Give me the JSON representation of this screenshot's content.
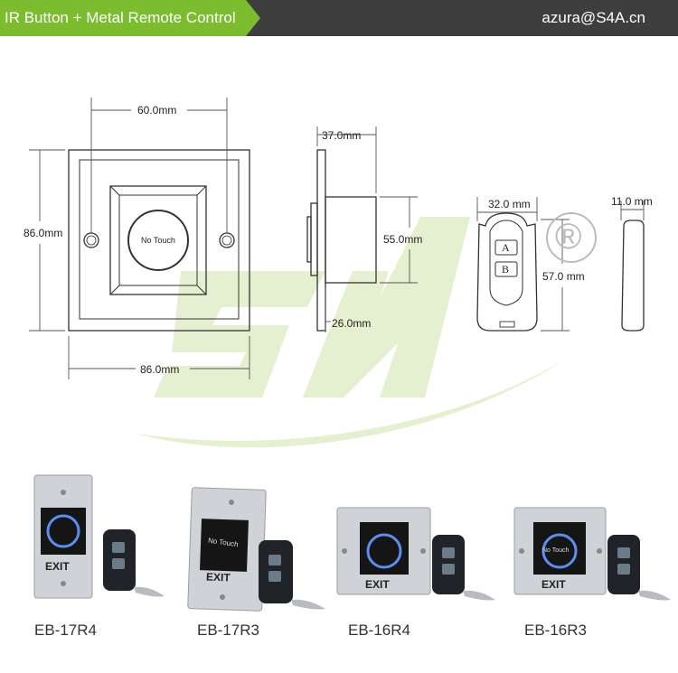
{
  "header": {
    "title": "IR Button + Metal Remote Control",
    "email": "azura@S4A.cn"
  },
  "colors": {
    "header_bg": "#3e3e3e",
    "accent_green": "#7cbc2f",
    "watermark": "#e4f0cf",
    "metal": "#cfd2d6",
    "led_blue": "#5b8ef0"
  },
  "watermark": {
    "text": "S4A"
  },
  "front_view": {
    "width_label": "86.0mm",
    "height_label": "86.0mm",
    "hole_spacing_label": "60.0mm",
    "button_text": "No Touch"
  },
  "side_view": {
    "depth_label": "37.0mm",
    "body_height_label": "55.0mm",
    "body_depth_label": "26.0mm"
  },
  "remote": {
    "width_label": "32.0 mm",
    "height_label": "57.0 mm",
    "thickness_label": "11.0 mm",
    "button_a": "A",
    "button_b": "B",
    "registered_mark": "®"
  },
  "products": [
    {
      "model": "EB-17R4",
      "exit_label": "EXIT"
    },
    {
      "model": "EB-17R3",
      "exit_label": "EXIT",
      "button_text": "No Touch"
    },
    {
      "model": "EB-16R4",
      "exit_label": "EXIT"
    },
    {
      "model": "EB-16R3",
      "exit_label": "EXIT",
      "button_text": "No Touch"
    }
  ]
}
